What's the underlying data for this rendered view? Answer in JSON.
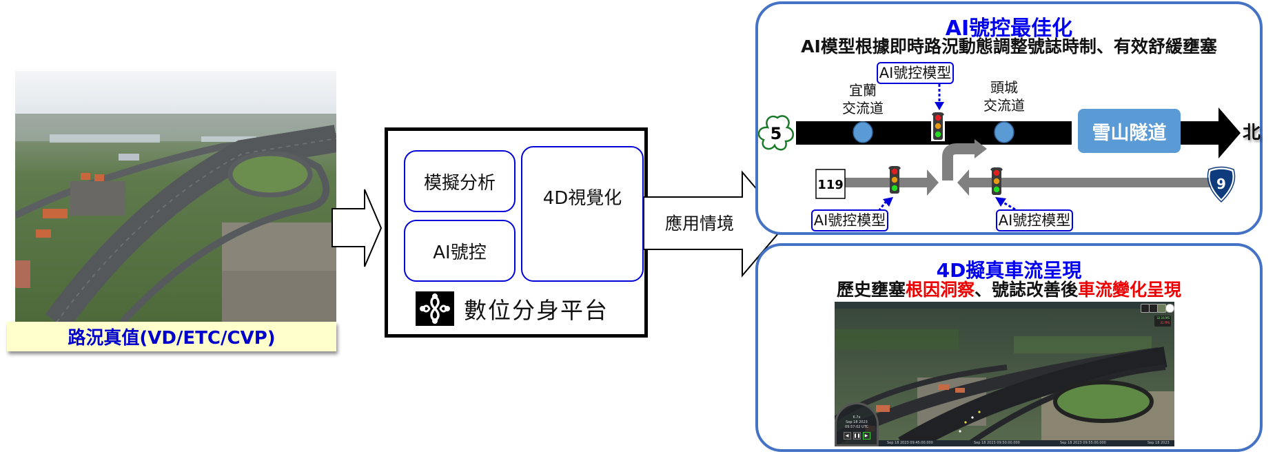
{
  "source": {
    "photo_alt": "aerial-photo-of-highway-interchange",
    "label": "路況真值(VD/ETC/CVP)"
  },
  "platform": {
    "modules": {
      "simulation": "模擬分析",
      "ai_signal": "AI號控",
      "visualization": "4D視覺化"
    },
    "name": "數位分身平台",
    "logo_icon": "digital-twin-logo-icon"
  },
  "arrows": {
    "input_label": "",
    "output_label": "應用情境"
  },
  "panel_top": {
    "title": "AI號控最佳化",
    "subtitle": "AI模型根據即時路況動態調整號誌時制、有效舒緩壅塞",
    "model_tag": "AI號控模型",
    "interchange_yilan": [
      "宜蘭",
      "交流道"
    ],
    "interchange_toucheng": [
      "頭城",
      "交流道"
    ],
    "tunnel": "雪山隧道",
    "direction": "北",
    "freeway_shield": "5",
    "county_road_shield": "119",
    "provincial_shield": "9",
    "colors": {
      "accent": "#0000ee",
      "border": "#4472c4",
      "tunnel": "#5b9bd5",
      "interchange": "#5b9bd5",
      "freeway": "#000000",
      "local_road": "#808080"
    }
  },
  "panel_bottom": {
    "title": "4D擬真車流呈現",
    "subtitle_parts": [
      {
        "text": "歷史壅塞",
        "highlight": false
      },
      {
        "text": "根因洞察",
        "highlight": true
      },
      {
        "text": "、號誌改善後",
        "highlight": false
      },
      {
        "text": "車流變化呈現",
        "highlight": true
      }
    ],
    "viewer": {
      "hud_buttons": [
        "home-icon",
        "globe-icon",
        "map-layer-icon",
        "help-icon"
      ],
      "stats": [
        "32.16 MS",
        "31 FPS"
      ],
      "clock": {
        "speed": "6.7x",
        "date": "Sep 18 2023",
        "time": "09:57:02 UTC"
      },
      "timeline_labels": [
        "Sep 18 2023 09:45:00.000",
        "Sep 18 2023 09:50:00.000",
        "Sep 18 2023 09:55:00.000",
        "Sep 18 2023"
      ]
    }
  }
}
